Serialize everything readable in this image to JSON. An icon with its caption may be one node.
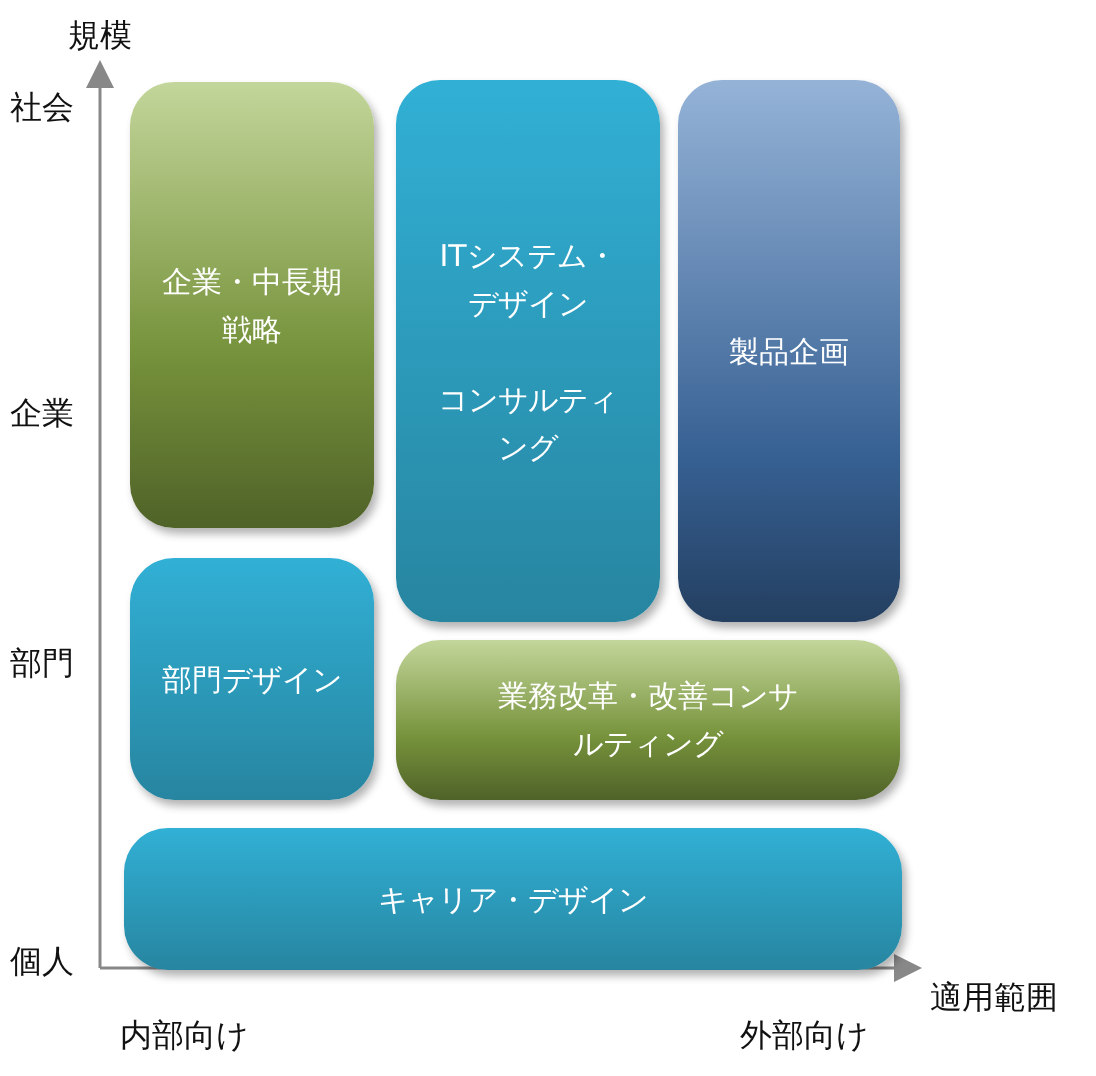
{
  "diagram": {
    "nodes": [
      {
        "text": [
          "企業・中長期戦略"
        ]
      },
      {
        "text": [
          "ITシステム・デザイン",
          "コンサルティング"
        ]
      },
      {
        "text": [
          "製品企画"
        ]
      },
      {
        "text": [
          "部門デザイン"
        ]
      },
      {
        "text": [
          "業務改革・改善コンサルティング"
        ]
      },
      {
        "text": [
          "キャリア・デザイン"
        ]
      }
    ],
    "edges": [],
    "labels": [
      "規模",
      "社会",
      "企業",
      "部門",
      "個人",
      "適用範囲",
      "内部向け",
      "外部向け"
    ]
  }
}
